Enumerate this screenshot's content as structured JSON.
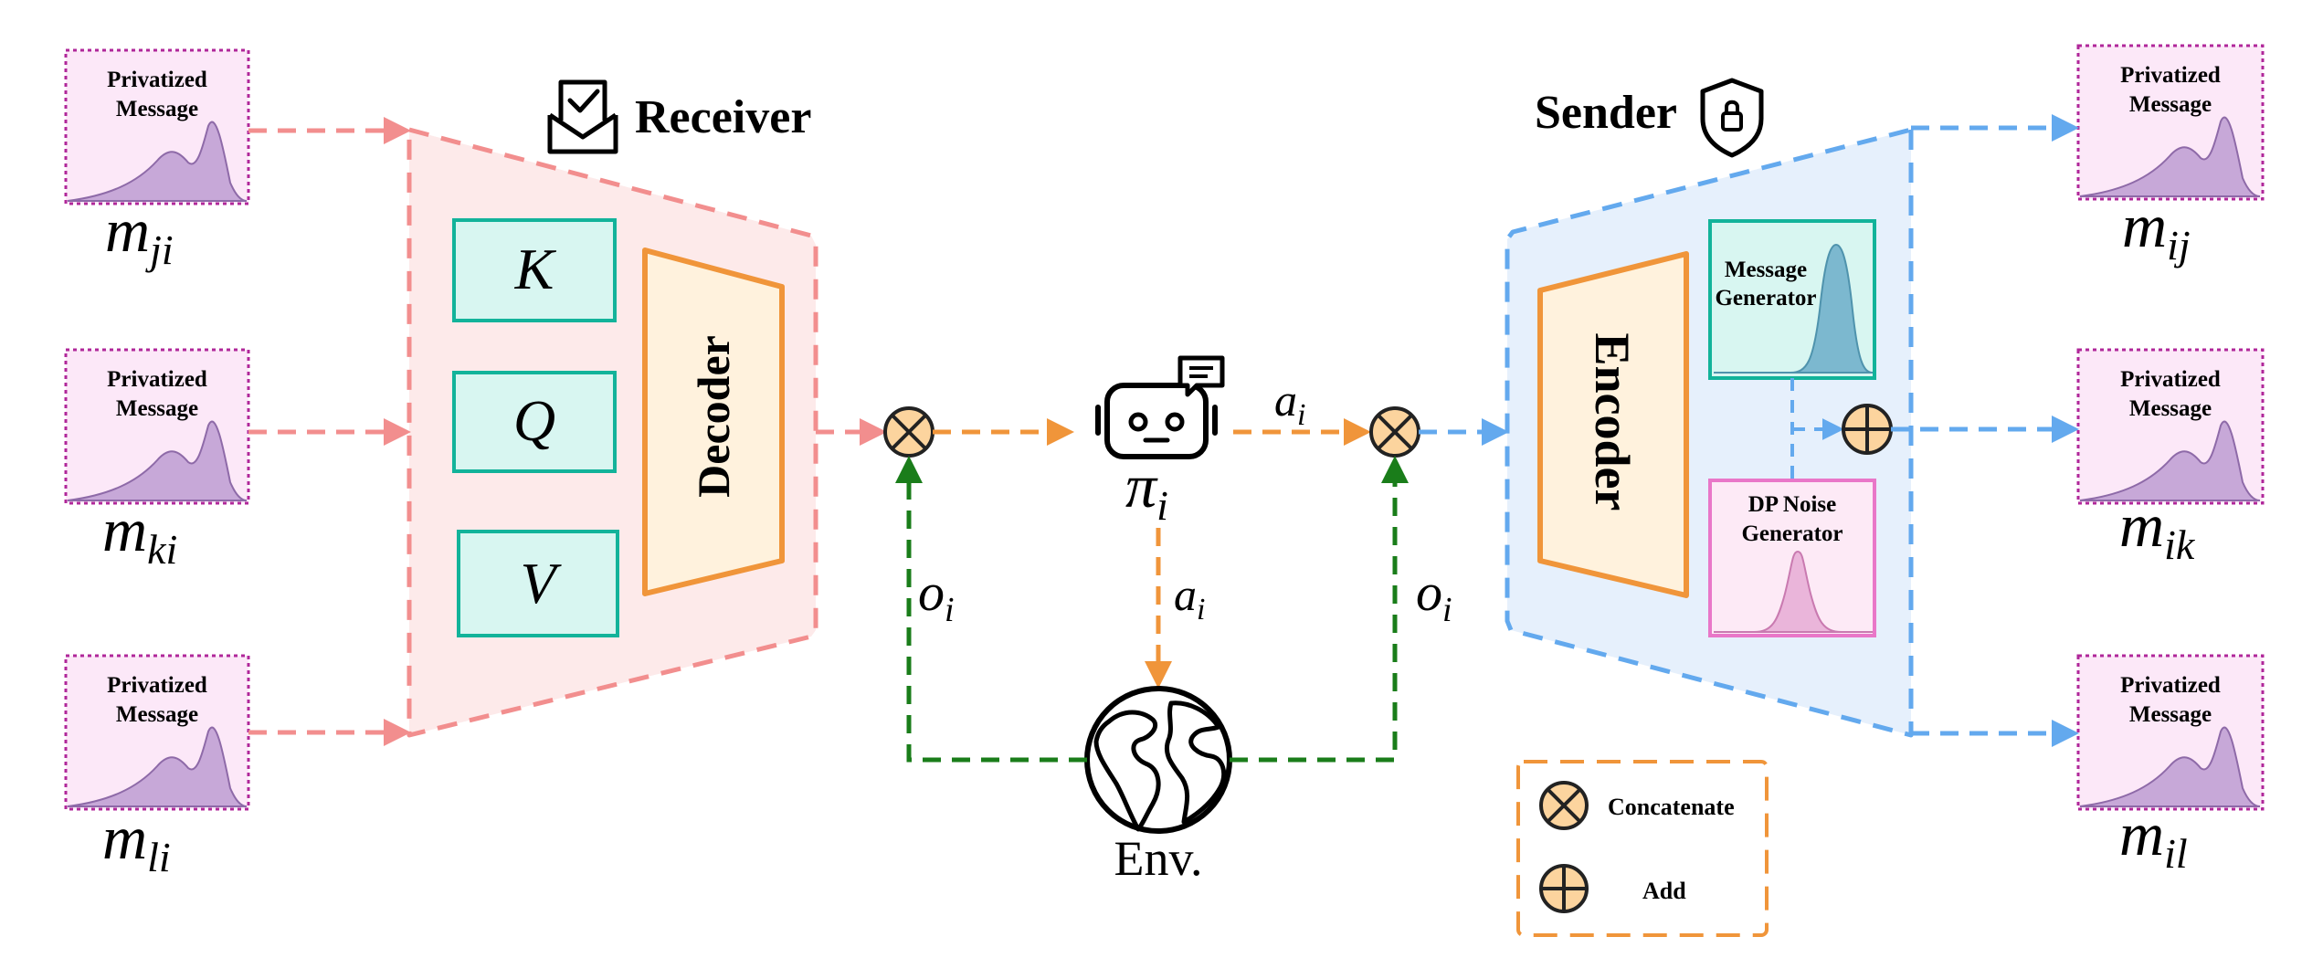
{
  "receiver": {
    "title": "Receiver",
    "icon": "envelope-check-icon",
    "kqv": [
      "K",
      "Q",
      "V"
    ],
    "decoder": "Decoder",
    "fill": "#fdeaea",
    "stroke": "#f28e8e"
  },
  "sender": {
    "title": "Sender",
    "icon": "shield-lock-icon",
    "encoder": "Encoder",
    "fill": "#e6f0fc",
    "stroke": "#63a9ee",
    "message_generator": [
      "Message",
      "Generator"
    ],
    "noise_generator": [
      "DP Noise",
      "Generator"
    ]
  },
  "message_box": {
    "line1": "Privatized",
    "line2": "Message"
  },
  "incoming": [
    {
      "base": "m",
      "sub": "ji"
    },
    {
      "base": "m",
      "sub": "ki"
    },
    {
      "base": "m",
      "sub": "li"
    }
  ],
  "outgoing": [
    {
      "base": "m",
      "sub": "ij"
    },
    {
      "base": "m",
      "sub": "ik"
    },
    {
      "base": "m",
      "sub": "il"
    }
  ],
  "policy": {
    "base": "π",
    "sub": "i",
    "icon": "robot-chat-icon"
  },
  "action": {
    "base": "a",
    "sub": "i"
  },
  "observation": {
    "base": "o",
    "sub": "i"
  },
  "environment": {
    "label": "Env.",
    "icon": "globe-icon"
  },
  "legend": {
    "concatenate": "Concatenate",
    "add": "Add"
  },
  "colors": {
    "orange": "#f0953a",
    "green": "#1a7d1a",
    "pink_arrow": "#f28e8e",
    "blue_arrow": "#63a9ee",
    "teal": "#12b39a",
    "decoder_fill": "#fff2dd",
    "msgbox_fill": "#fce8f8",
    "msgbox_stroke": "#b0279a",
    "purple": "#b99ad0",
    "noise_stroke": "#e977c8"
  }
}
